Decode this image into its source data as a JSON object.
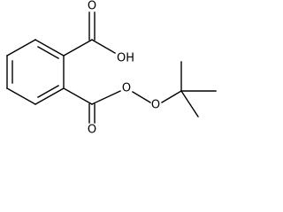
{
  "structure": {
    "ring": "benzene",
    "substituents": [
      "carboxylic acid",
      "tert-butylperoxycarbonyl"
    ]
  },
  "atoms": {
    "hydroxyl_label": "OH",
    "carboxyl_oxygen_label": "O",
    "ester_carbonyl_oxygen_label": "O",
    "peroxy_oxygen_1_label": "O",
    "peroxy_oxygen_2_label": "O"
  },
  "colors": {
    "bond": "#000000",
    "label": "#000000",
    "background": "#ffffff"
  }
}
